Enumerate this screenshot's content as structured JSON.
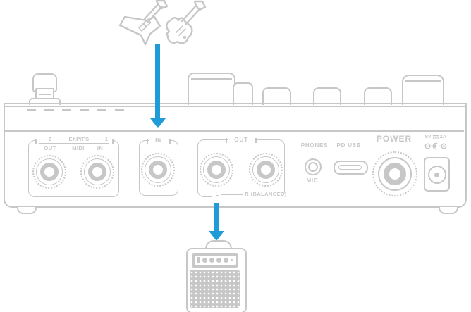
{
  "colors": {
    "line": "#c7c7c7",
    "arrow_blue": "#1f9cd8",
    "background": "#ffffff"
  },
  "icons": {
    "flying_v_guitar": "flying-v-guitar-icon",
    "electric_guitar": "electric-guitar-icon",
    "guitar_amplifier": "guitar-amplifier-icon",
    "input_arrow": "down-arrow-icon",
    "output_arrow": "down-arrow-icon",
    "dc_symbol": "direct-current-symbol-icon",
    "polarity": "center-negative-polarity-icon",
    "footswitch": "footswitch-icon",
    "knobs": "knob-icon"
  },
  "rear_panel": {
    "exp_fs_group": {
      "top_left": "2",
      "top_center": "EXP/FS",
      "top_right": "1",
      "bottom_left": "OUT",
      "bottom_center": "MIDI",
      "bottom_right": "IN"
    },
    "in_group": {
      "label": "IN"
    },
    "out_group": {
      "label": "OUT",
      "jack_left": "L",
      "jack_right": "R (BALANCED)"
    },
    "phones": {
      "label": "PHONES",
      "sublabel": "MIC"
    },
    "usb": {
      "label": "PD USB"
    },
    "power": {
      "label": "POWER"
    },
    "dc_in": {
      "voltage": "9V",
      "current": "2A"
    }
  }
}
